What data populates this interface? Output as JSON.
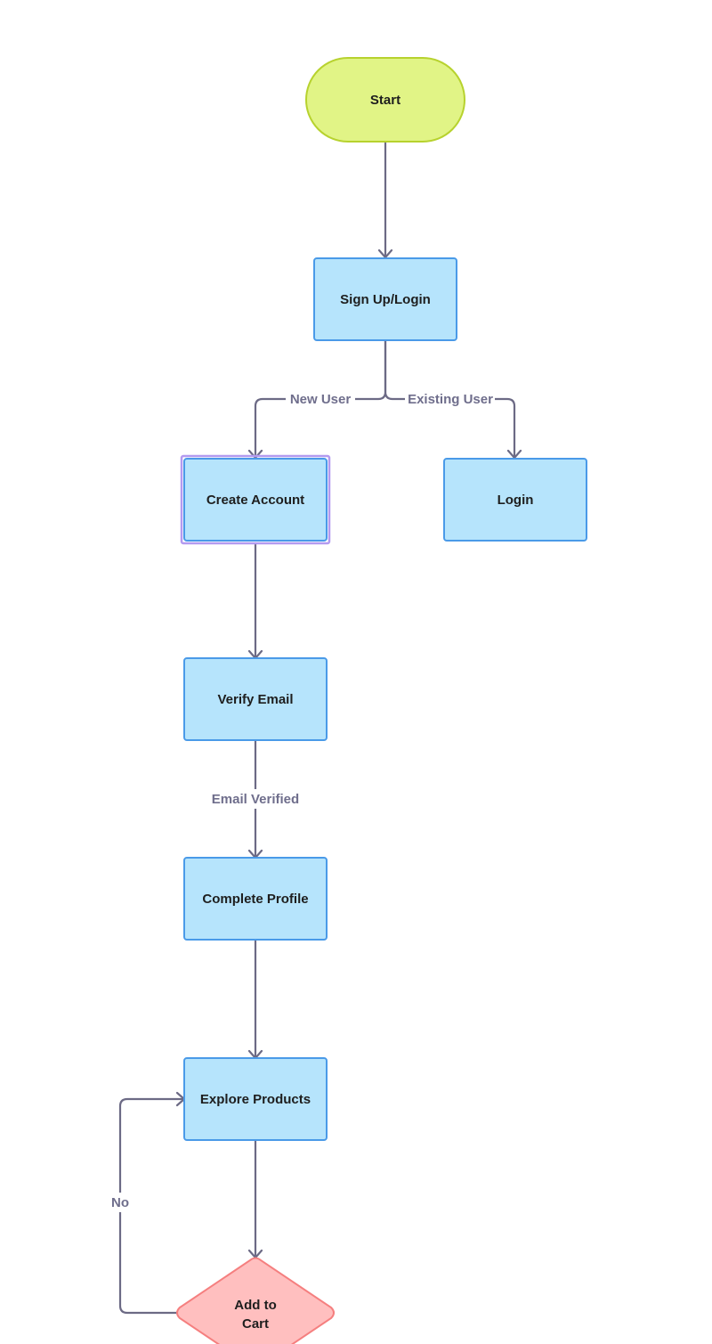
{
  "diagram": {
    "colors": {
      "process_fill": "#b6e4fc",
      "process_stroke": "#4a9ae8",
      "start_fill": "#e1f486",
      "start_stroke": "#b7d22e",
      "decision_fill": "#ffbfbf",
      "decision_stroke": "#f57f7f",
      "edge": "#6c6a85",
      "edge_label": "#6f6e8c",
      "selection_outline": "#b39af0"
    },
    "nodes": {
      "start": {
        "label": "Start"
      },
      "signup": {
        "label": "Sign Up/Login"
      },
      "create": {
        "label": "Create Account"
      },
      "login": {
        "label": "Login"
      },
      "verify": {
        "label": "Verify Email"
      },
      "profile": {
        "label": "Complete Profile"
      },
      "explore": {
        "label": "Explore Products"
      },
      "cart": {
        "label_line1": "Add to",
        "label_line2": "Cart"
      }
    },
    "edges": {
      "new_user": {
        "label": "New User"
      },
      "existing_user": {
        "label": "Existing User"
      },
      "email_verified": {
        "label": "Email Verified"
      },
      "no": {
        "label": "No"
      }
    }
  }
}
